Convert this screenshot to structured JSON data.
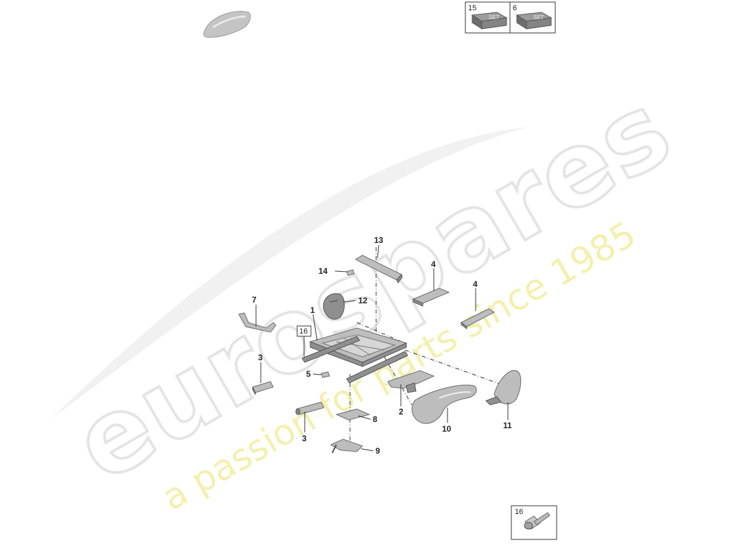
{
  "watermark": {
    "brand": "eurospares",
    "tagline": "a passion for parts since 1985"
  },
  "legend_boxes": [
    {
      "number": "15",
      "label": "SET"
    },
    {
      "number": "6",
      "label": "SET"
    }
  ],
  "bolt_box": {
    "number": "16"
  },
  "diagram": {
    "ref_box_label": "16",
    "callouts": [
      "13",
      "14",
      "4",
      "4",
      "7",
      "12",
      "1",
      "3",
      "5",
      "2",
      "8",
      "3",
      "9",
      "10",
      "11"
    ]
  },
  "colors": {
    "part_fill": "#bdbdbd",
    "part_dark": "#8f8f8f",
    "line": "#333333",
    "watermark_text": "#e4e4e4",
    "watermark_tagline": "#f3f0b0"
  }
}
